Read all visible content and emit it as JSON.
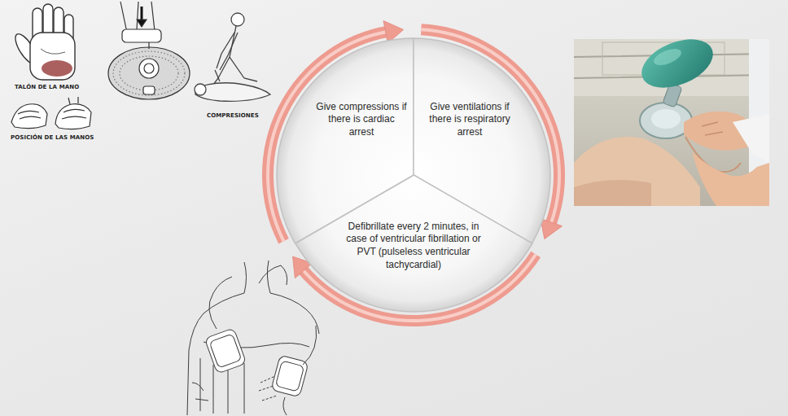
{
  "diagram": {
    "nodes": [
      {
        "text": [
          "Give compressions if there is cardiac arrest"
        ]
      },
      {
        "text": [
          "Give ventilations if there is respiratory arrest"
        ]
      },
      {
        "text": [
          "Defibrillate every 2 minutes, in case of ventricular fibrillation or PVT (pulseless ventricular tachycardial)"
        ]
      }
    ],
    "edges": [
      {
        "from": 0,
        "to": 1,
        "arrow": "to"
      },
      {
        "from": 1,
        "to": 2,
        "arrow": "to"
      },
      {
        "from": 2,
        "to": 0,
        "arrow": "to"
      }
    ],
    "labels": [
      "TALÓN DE LA MANO",
      "POSICIÓN DE LAS MANOS",
      "COMPRESIONES"
    ]
  }
}
